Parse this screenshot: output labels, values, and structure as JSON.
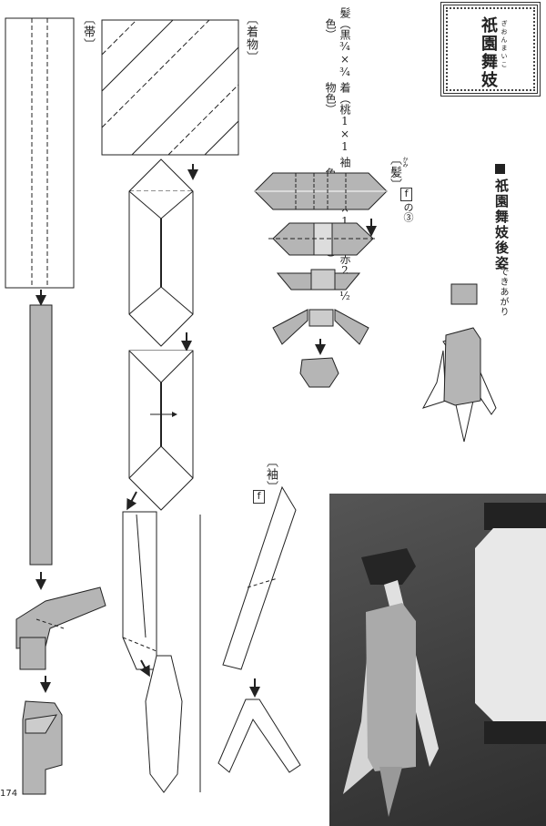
{
  "title": {
    "text": "祇園舞妓",
    "ruby": "ぎおんまいこ"
  },
  "materials": [
    {
      "part": "髪",
      "color": "（黒色）",
      "size": "¾×¾"
    },
    {
      "part": "着物",
      "color": "（桃色）",
      "size": "1×1"
    },
    {
      "part": "袖",
      "color": "（桃色）",
      "size": "1×1"
    },
    {
      "part": "帯",
      "color": "（赤色）",
      "size": "2×½"
    }
  ],
  "heading": "祇園舞妓後姿",
  "finished_label": "できあがり",
  "labels": {
    "obi": "〔帯〕",
    "kimono": "〔着物〕",
    "hair": "〔髪〕",
    "hair_ruby": "かみ",
    "hair_ref_box": "f",
    "hair_ref_step": "の③",
    "sleeve": "〔袖〕",
    "sleeve_ref_box": "f"
  },
  "page_number": "174",
  "colors": {
    "paper_fill": "#b5b5b5",
    "photo_bg": "#3a3a3a"
  }
}
